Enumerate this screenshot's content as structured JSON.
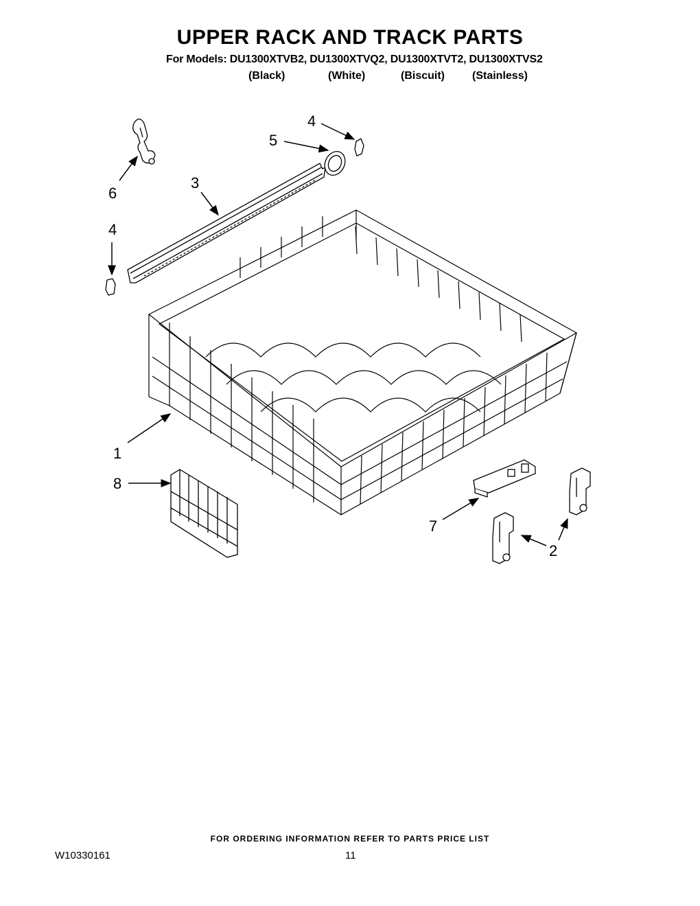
{
  "header": {
    "title": "UPPER RACK AND TRACK PARTS",
    "models_line": "For Models: DU1300XTVB2, DU1300XTVQ2, DU1300XTVT2, DU1300XTVS2",
    "finishes": [
      "(Black)",
      "(White)",
      "(Biscuit)",
      "(Stainless)"
    ]
  },
  "callouts": [
    "4",
    "5",
    "3",
    "6",
    "4",
    "1",
    "8",
    "7",
    "2"
  ],
  "footer": {
    "note": "FOR ORDERING INFORMATION REFER TO PARTS PRICE LIST",
    "doc_number": "W10330161",
    "page_number": "11"
  },
  "parts_illustrated": [
    "rack-icon",
    "track-rail-icon",
    "stop-clip-icon",
    "cap-ring-icon",
    "adjuster-lever-icon",
    "rack-wheel-icon",
    "shelf-clip-icon",
    "tine-row-icon"
  ]
}
